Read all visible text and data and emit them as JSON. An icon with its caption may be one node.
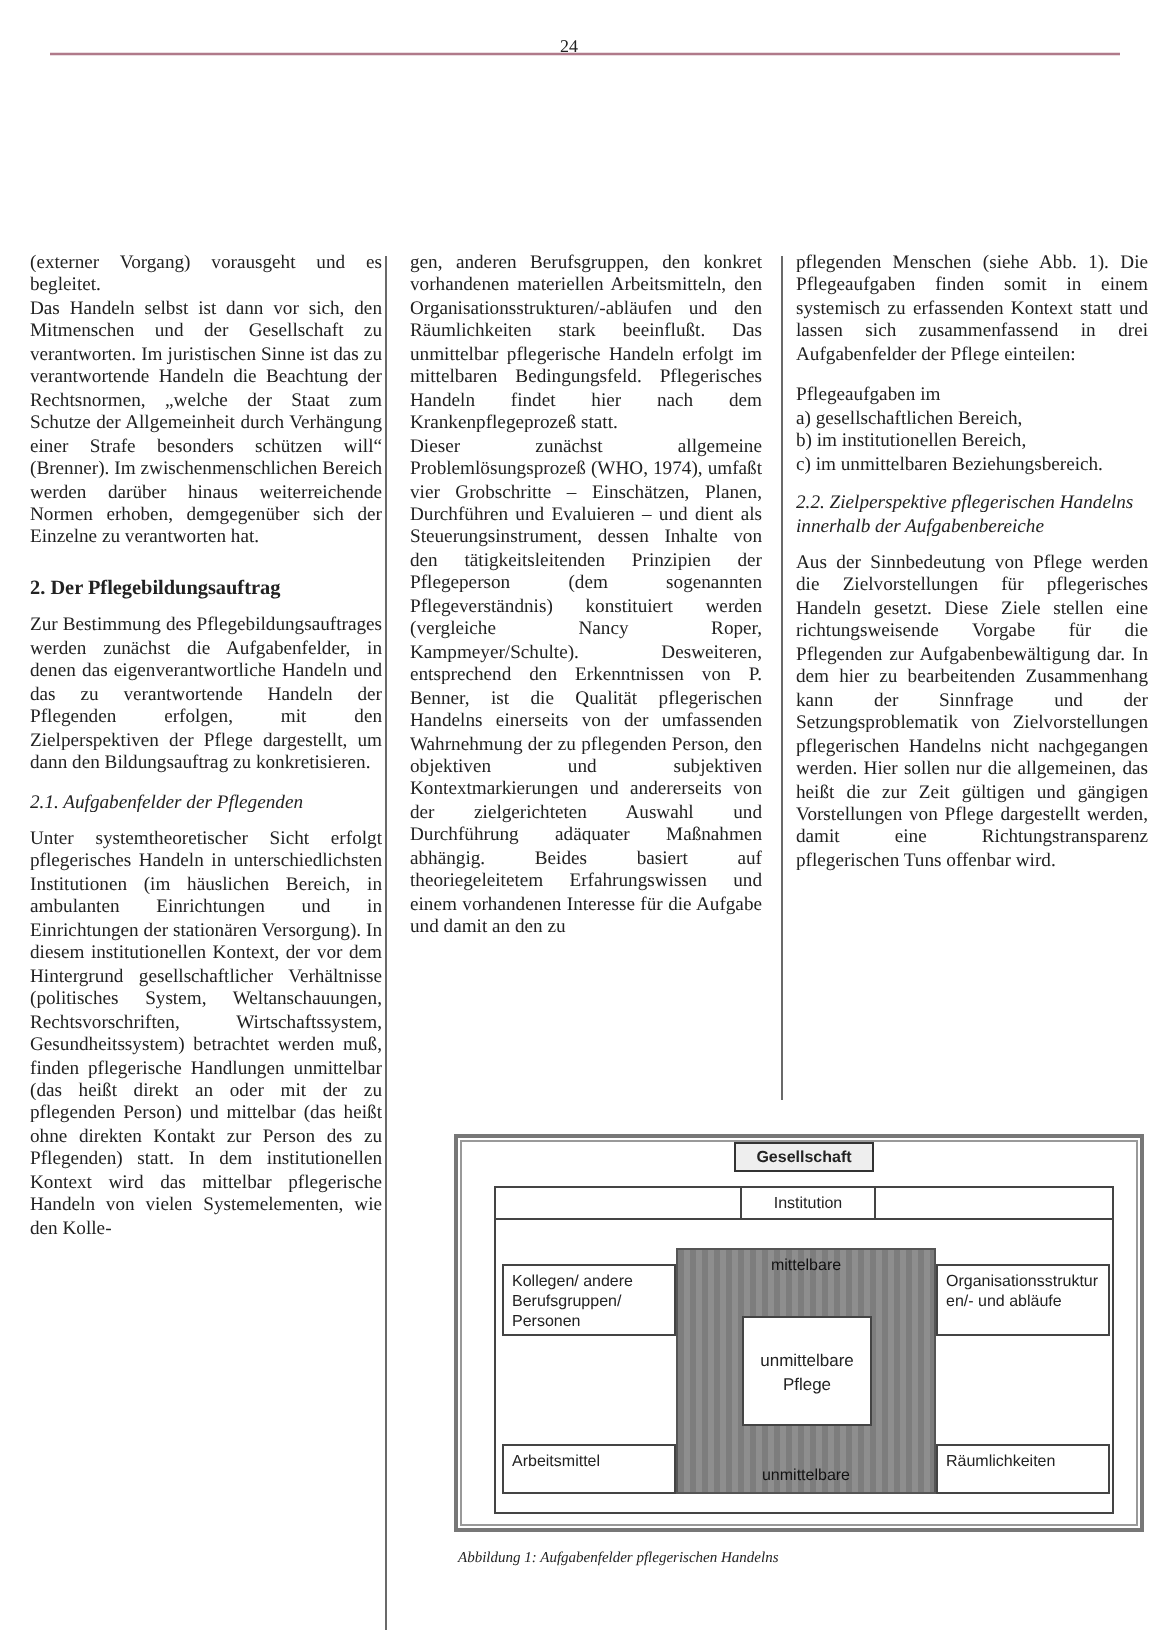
{
  "diagram": {
    "caption": "Abbildung 1: Aufgabenfelder pflegerischen Handelns",
    "nodes": [
      {
        "text": [
          "Gesellschaft"
        ]
      },
      {
        "text": [
          "Institution"
        ],
        "in": 0
      },
      {
        "text": [
          "mittelbare",
          "unmittelbare"
        ],
        "in": 1
      },
      {
        "text": [
          "unmittelbare Pflege"
        ],
        "in": 2
      },
      {
        "text": [
          "Kollegen/ andere Berufsgruppen/ Personen"
        ],
        "in": 1
      },
      {
        "text": [
          "Organisationsstrukturen/- und abläufe"
        ],
        "in": 1
      },
      {
        "text": [
          "Arbeitsmittel"
        ],
        "in": 1
      },
      {
        "text": [
          "Räumlichkeiten"
        ],
        "in": 1
      }
    ],
    "labels": [
      "24",
      "(externer Vorgang) vorausgeht und es begleitet.",
      "Das Handeln selbst ist dann vor sich, den Mitmenschen und der Gesellschaft zu verantworten. Im juristischen Sinne ist das zu verantwortende Handeln die Beachtung der Rechtsnormen, „welche der Staat zum Schutze der Allgemeinheit durch Verhängung einer Strafe besonders schützen will“ (Brenner). Im zwischenmenschlichen Bereich werden darüber hinaus weiterreichende Normen erhoben, demgegenüber sich der Einzelne zu verantworten hat.",
      "2. Der Pflegebildungsauftrag",
      "Zur Bestimmung des Pflegebildungsauftrages werden zunächst die Aufgabenfelder, in denen das eigenverantwortliche Handeln und das zu verantwortende Handeln der Pflegenden erfolgen, mit den Zielperspektiven der Pflege dargestellt, um dann den Bildungsauftrag zu konkretisieren.",
      "2.1. Aufgabenfelder der Pflegenden",
      "Unter systemtheoretischer Sicht erfolgt pflegerisches Handeln in unterschiedlichsten Institutionen (im häuslichen Bereich, in ambulanten Einrichtungen und in Einrichtungen der stationären Versorgung). In diesem institutionellen Kontext, der vor dem Hintergrund gesellschaftlicher Verhältnisse (politisches System, Weltanschauungen, Rechtsvorschriften, Wirtschaftssystem, Gesundheitssystem) betrachtet werden muß, finden pflegerische Handlungen unmittelbar (das heißt direkt an oder mit der zu pflegenden Person) und mittelbar (das heißt ohne direkten Kontakt zur Person des zu Pflegenden) statt. In dem institutionellen Kontext wird das mittelbar pflegerische Handeln von vielen Systemelementen, wie den Kolle-",
      "gen, anderen Berufsgruppen, den konkret vorhandenen materiellen Arbeitsmitteln, den Organisationsstrukturen/-abläufen und den Räumlichkeiten stark beeinflußt. Das unmittelbar pflegerische Handeln erfolgt im mittelbaren Bedingungsfeld. Pflegerisches Handeln findet hier nach dem Krankenpflegeprozeß statt.",
      "Dieser zunächst allgemeine Problemlösungsprozeß (WHO, 1974), umfaßt vier Grobschritte – Einschätzen, Planen, Durchführen und Evaluieren – und dient als Steuerungsinstrument, dessen Inhalte von den tätigkeitsleitenden Prinzipien der Pflegeperson (dem sogenannten Pflegeverständnis) konstituiert werden (vergleiche Nancy Roper, Kampmeyer/Schulte). Desweiteren, entsprechend den Erkenntnissen von P. Benner, ist die Qualität pflegerischen Handelns einerseits von der umfassenden Wahrnehmung der zu pflegenden Person, den objektiven und subjektiven Kontextmarkierungen und andererseits von der zielgerichteten Auswahl und Durchführung adäquater Maßnahmen abhängig. Beides basiert auf theoriegeleitetem Erfahrungswissen und einem vorhandenen Interesse für die Aufgabe und damit an den zu",
      "pflegenden Menschen (siehe Abb. 1). Die Pflegeaufgaben finden somit in einem systemisch zu erfassenden Kontext statt und lassen sich zusammenfassend in drei Aufgabenfelder der Pflege einteilen:",
      "Pflegeaufgaben im",
      "a) gesellschaftlichen Bereich,",
      "b) im institutionellen Bereich,",
      "c) im unmittelbaren Beziehungsbereich.",
      "2.2. Zielperspektive pflegerischen Handelns innerhalb der Aufgabenbereiche",
      "Aus der Sinnbedeutung von Pflege werden die Zielvorstellungen für pflegerisches Handeln gesetzt. Diese Ziele stellen eine richtungsweisende Vorgabe für die Pflegenden zur Aufgabenbewältigung dar. In dem hier zu bearbeitenden Zusammenhang kann der Sinnfrage und der Setzungsproblematik von Zielvorstellungen pflegerischen Handelns nicht nachgegangen werden. Hier sollen nur die allgemeinen, das heißt die zur Zeit gültigen und gängigen Vorstellungen von Pflege dargestellt werden, damit eine Richtungstransparenz pflegerischen Tuns offenbar wird."
    ]
  }
}
